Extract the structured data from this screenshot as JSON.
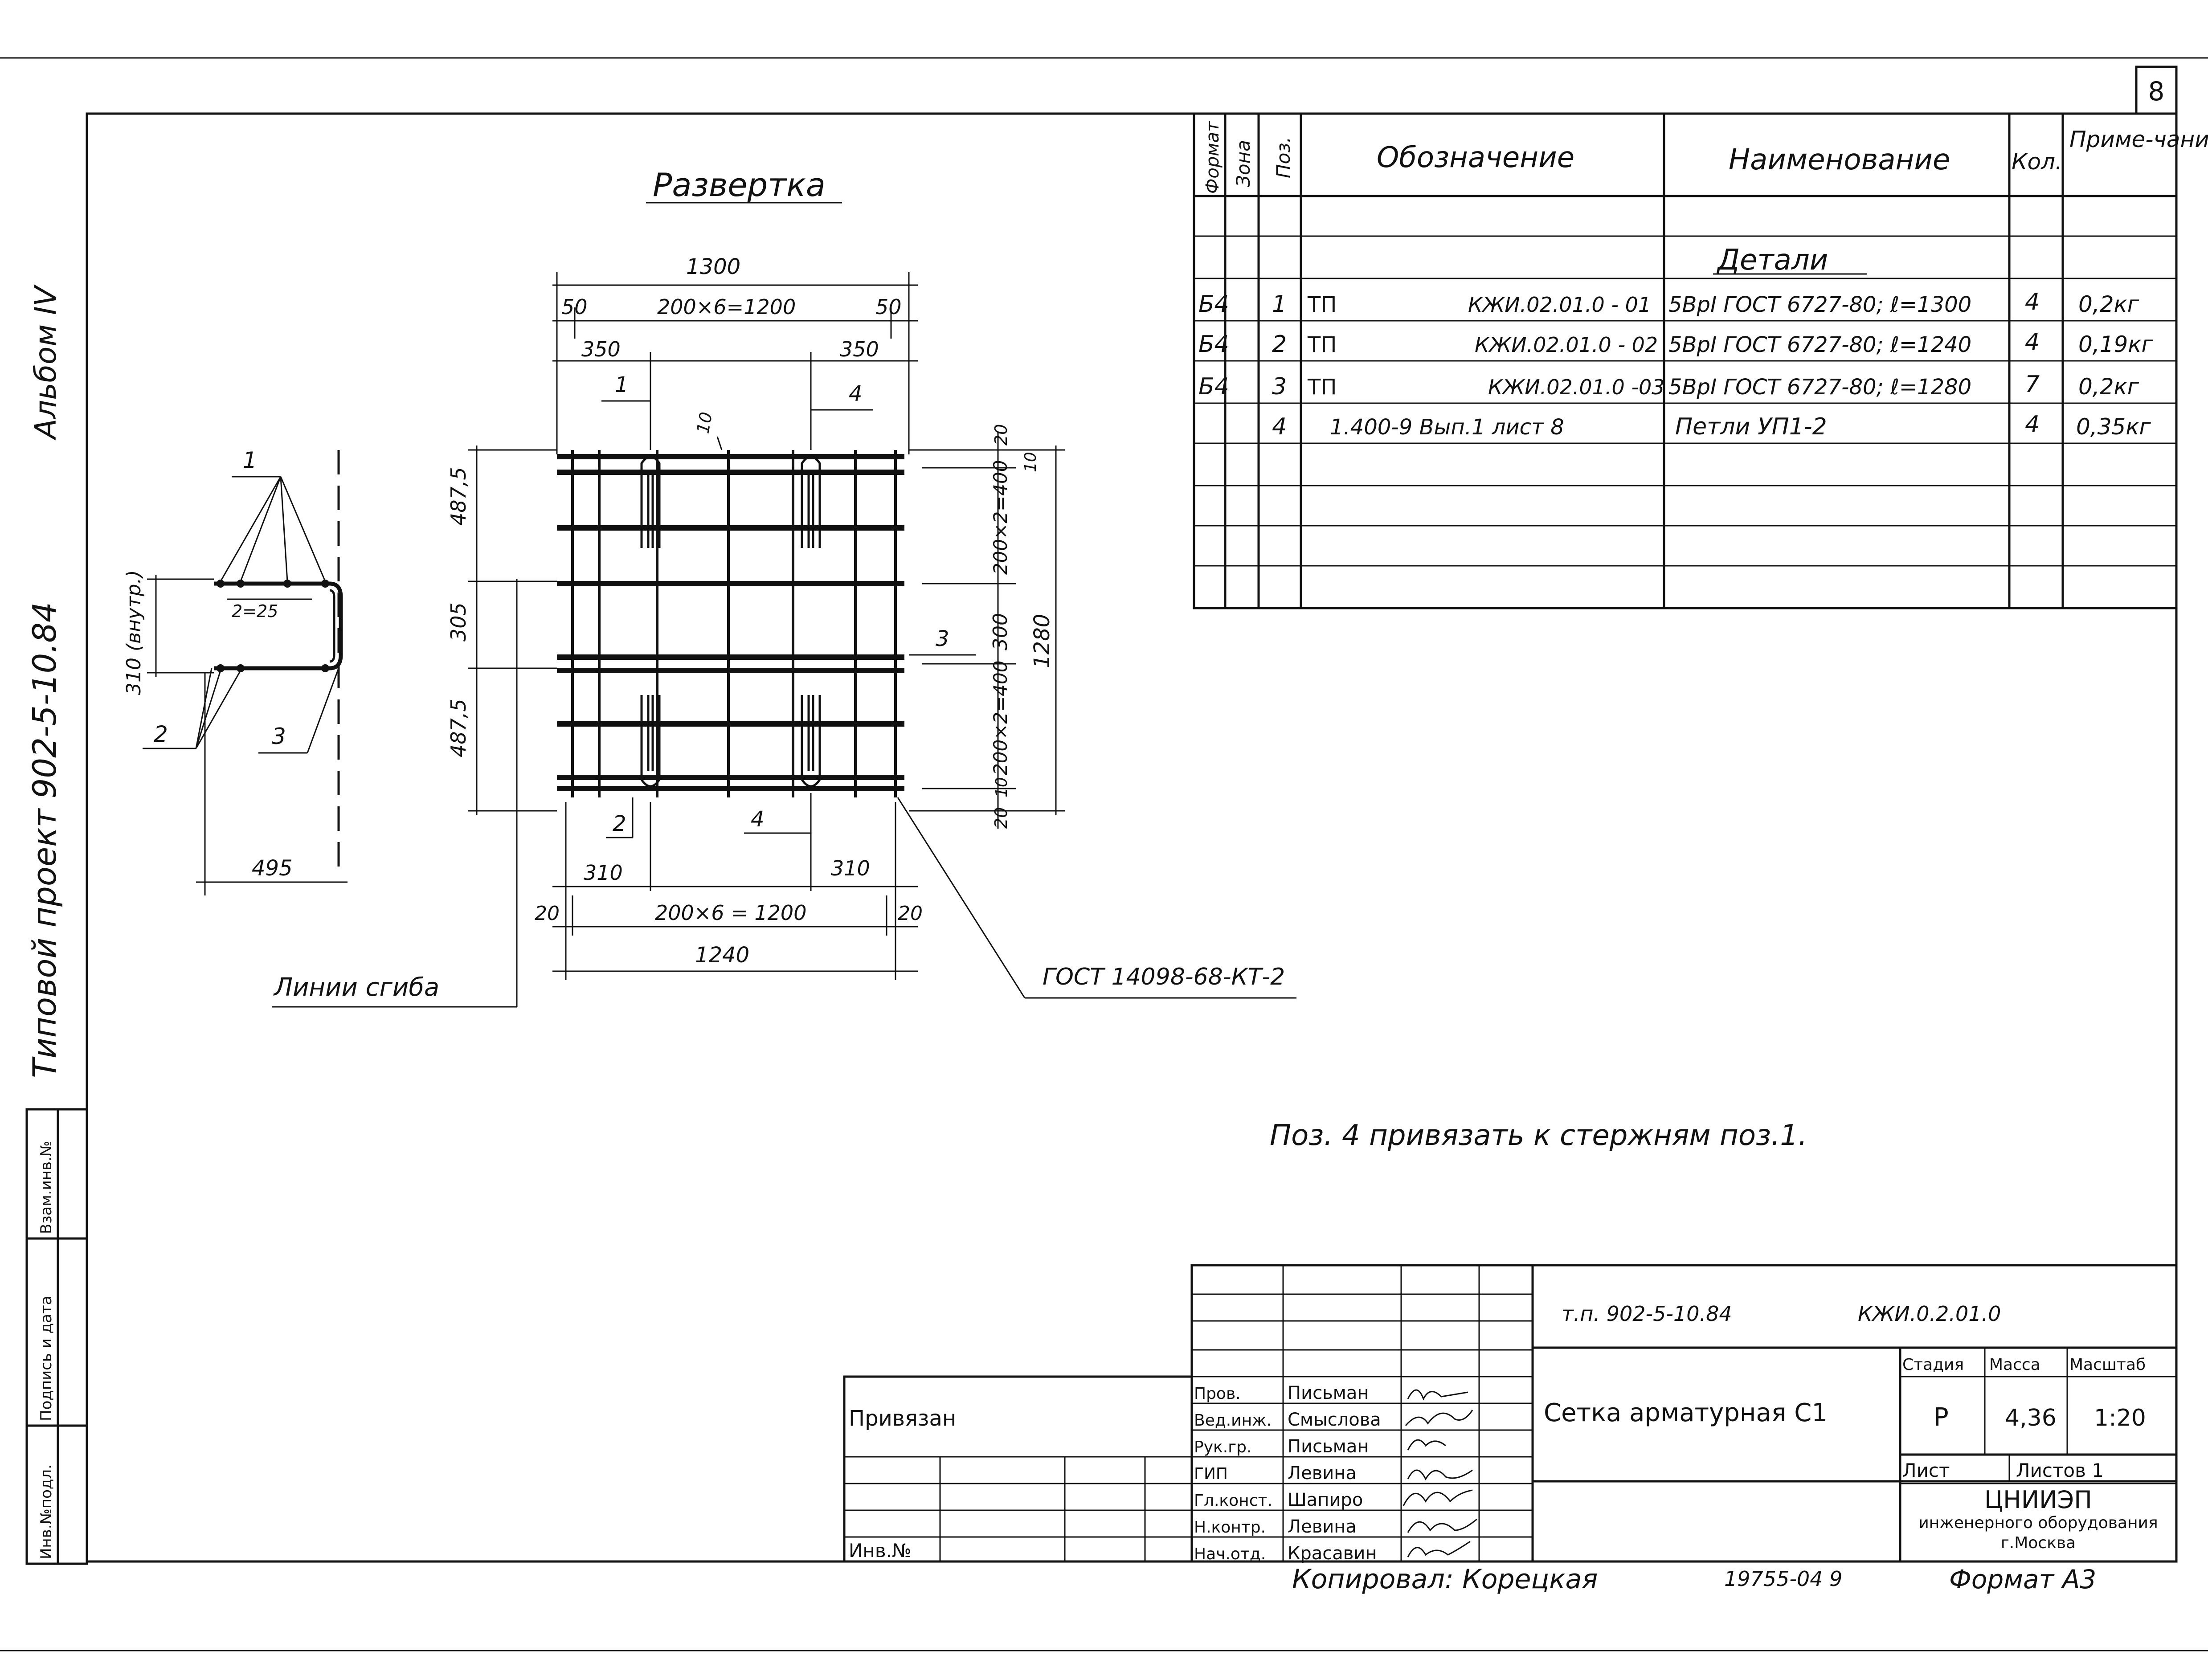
{
  "sheet_number": "8",
  "album": "Альбом IV",
  "project": "Типовой проект 902-5-10.84",
  "left_strip": [
    "Инв.№подл.",
    "Подпись и дата",
    "Взам.инв.№"
  ],
  "drawing": {
    "title": "Развертка",
    "dims": {
      "overall_top": "1300",
      "top_left": "50",
      "top_mid": "200×6=1200",
      "top_right": "50",
      "pos_left_top": "350",
      "pos_right_top": "350",
      "left_h1": "487,5",
      "left_h2": "305",
      "left_h3": "487,5",
      "right_10a": "10",
      "right_20a": "20",
      "right_10b": "10",
      "right_200x2a": "200×2=400",
      "right_300": "300",
      "right_200x2b": "200×2=400",
      "right_10c": "10",
      "right_20b": "20",
      "right_1280": "1280",
      "bottom_310_left": "310",
      "bottom_310_right": "310",
      "bottom_left20": "20",
      "bottom_mid": "200×6 = 1200",
      "bottom_right20": "20",
      "overall_bottom": "1240"
    },
    "callouts": {
      "c1": "1",
      "c4_top": "4",
      "c3": "3",
      "c2": "2",
      "c4_bottom": "4"
    },
    "section": {
      "label_1": "1",
      "label_2": "2",
      "label_3": "3",
      "spacing": "2=25",
      "height": "310 (внутр.)",
      "width": "495"
    },
    "fold_lines": "Линии сгиба",
    "gost": "ГОСТ 14098-68-КТ-2",
    "note": "Поз. 4 привязать к стержням поз.1."
  },
  "spec_table": {
    "headers": {
      "format": "Формат",
      "zone": "Зона",
      "pos": "Поз.",
      "designation": "Обозначение",
      "name": "Наименование",
      "qty": "Кол.",
      "note": "Приме-чание"
    },
    "section_title": "Детали",
    "rows": [
      {
        "format": "Б4",
        "pos": "1",
        "designation_a": "ТП",
        "designation_b": "КЖИ.02.01.0 - 01",
        "name": "5ВрI ГОСТ 6727-80; ℓ=1300",
        "qty": "4",
        "note": "0,2кг"
      },
      {
        "format": "Б4",
        "pos": "2",
        "designation_a": "ТП",
        "designation_b": "КЖИ.02.01.0 - 02",
        "name": "5ВрI ГОСТ 6727-80; ℓ=1240",
        "qty": "4",
        "note": "0,19кг"
      },
      {
        "format": "Б4",
        "pos": "3",
        "designation_a": "ТП",
        "designation_b": "КЖИ.02.01.0 -03",
        "name": "5ВрI ГОСТ 6727-80; ℓ=1280",
        "qty": "7",
        "note": "0,2кг"
      },
      {
        "format": "",
        "pos": "4",
        "designation_a": "1.400-9 Вып.1 лист 8",
        "designation_b": "",
        "name": "Петли УП1-2",
        "qty": "4",
        "note": "0,35кг"
      }
    ]
  },
  "title_block": {
    "project_code": "т.п. 902-5-10.84",
    "doc_code": "КЖИ.0.2.01.0",
    "doc_title": "Сетка арматурная С1",
    "stage_label": "Стадия",
    "mass_label": "Масса",
    "scale_label": "Масштаб",
    "stage": "Р",
    "mass": "4,36",
    "scale": "1:20",
    "sheet_label": "Лист",
    "sheets_label": "Листов 1",
    "org_1": "ЦНИИЭП",
    "org_2": "инженерного оборудования",
    "org_3": "г.Москва",
    "roles": [
      "Пров.",
      "Вед.инж.",
      "Рук.гр.",
      "ГИП",
      "Гл.конст.",
      "Н.контр.",
      "Нач.отд."
    ],
    "names": [
      "Письман",
      "Смыслова",
      "Письман",
      "Левина",
      "Шапиро",
      "Левина",
      "Красавин"
    ],
    "privyazan": "Привязан",
    "inv": "Инв.№",
    "copied": "Копировал: Корецкая",
    "number": "19755-04 9",
    "format": "Формат А3"
  }
}
